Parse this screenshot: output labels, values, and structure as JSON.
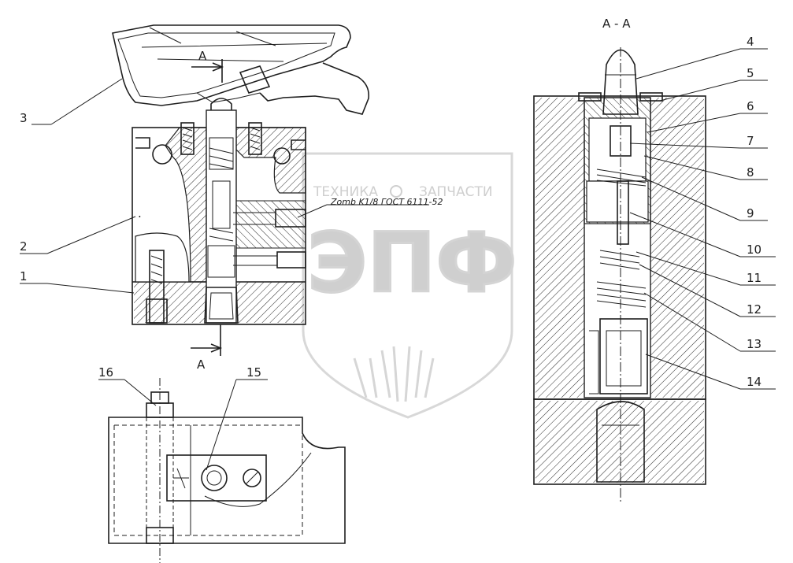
{
  "section_label": "A - A",
  "section_mark_top": "A",
  "section_mark_bottom": "A",
  "note": "Zomb K1/8  ГОСТ 6111-52",
  "callouts": [
    {
      "id": "c3",
      "text": "3"
    },
    {
      "id": "c2",
      "text": "2"
    },
    {
      "id": "c1",
      "text": "1"
    },
    {
      "id": "c4",
      "text": "4"
    },
    {
      "id": "c5",
      "text": "5"
    },
    {
      "id": "c6",
      "text": "6"
    },
    {
      "id": "c7",
      "text": "7"
    },
    {
      "id": "c8",
      "text": "8"
    },
    {
      "id": "c9",
      "text": "9"
    },
    {
      "id": "c10",
      "text": "10"
    },
    {
      "id": "c11",
      "text": "11"
    },
    {
      "id": "c12",
      "text": "12"
    },
    {
      "id": "c13",
      "text": "13"
    },
    {
      "id": "c14",
      "text": "14"
    },
    {
      "id": "c15",
      "text": "15"
    },
    {
      "id": "c16",
      "text": "16"
    }
  ],
  "watermark": {
    "line1": "ТЕХНИКА",
    "line2": "ЗАПЧАСТИ",
    "logo": "ЭПФ"
  }
}
